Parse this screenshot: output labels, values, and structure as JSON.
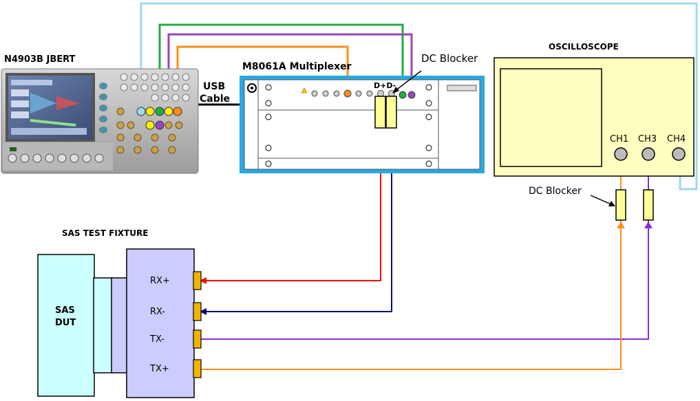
{
  "labels": {
    "jbert": "N4903B JBERT",
    "multiplexer": "M8061A Multiplexer",
    "dc_blocker_mux": "DC Blocker",
    "oscilloscope": "OSCILLOSCOPE",
    "usb_line1": "USB",
    "usb_line2": "Cable",
    "dplus_dminus": "D+D-",
    "dc_blocker_scope": "DC Blocker",
    "fixture": "SAS TEST FIXTURE",
    "dut_line1": "SAS",
    "dut_line2": "DUT"
  },
  "scope_channels": [
    "CH1",
    "CH3",
    "CH4"
  ],
  "fixture_ports": [
    "RX+",
    "RX-",
    "TX-",
    "TX+"
  ],
  "colors": {
    "frame_blue": "#2aa8e0",
    "scope_yellow": "#ffffc0",
    "blocker_yellow": "#ffff99",
    "port_gold": "#f0b400",
    "fixture_cyan": "#ccffff",
    "fixture_purple": "#ccccff",
    "cable_lightblue": "#a0d8e8",
    "cable_green": "#22aa44",
    "cable_purple": "#9944bb",
    "cable_orange": "#ff8c1a",
    "cable_red": "#ff0000",
    "cable_navy": "#000080",
    "cable_violet": "#8a2be2"
  }
}
